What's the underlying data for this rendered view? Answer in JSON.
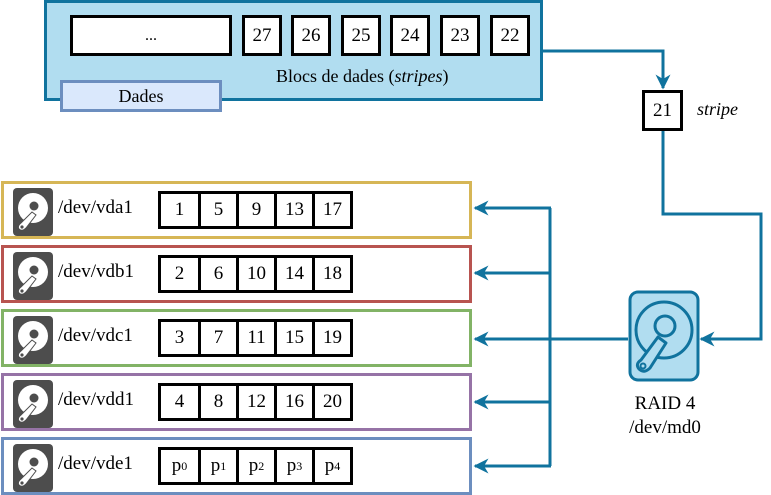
{
  "colors": {
    "wire": "#10739e",
    "container_fill": "#b1ddf0",
    "container_stroke": "#10739e",
    "tab_fill": "#dae8fc",
    "tab_stroke": "#6c8ebf",
    "disk_icon": "#4d4d4d"
  },
  "data_container": {
    "ellipsis_block": "...",
    "blocks": [
      "27",
      "26",
      "25",
      "24",
      "23",
      "22"
    ],
    "caption_prefix": "Blocs de dades (",
    "caption_italic": "stripes",
    "caption_suffix": ")",
    "tab_label": "Dades"
  },
  "stripe": {
    "block": "21",
    "label": "stripe"
  },
  "disks": [
    {
      "device": "/dev/vda1",
      "border_color": "#d6b656",
      "cells": [
        {
          "base": "1"
        },
        {
          "base": "5"
        },
        {
          "base": "9"
        },
        {
          "base": "13"
        },
        {
          "base": "17"
        }
      ]
    },
    {
      "device": "/dev/vdb1",
      "border_color": "#b85450",
      "cells": [
        {
          "base": "2"
        },
        {
          "base": "6"
        },
        {
          "base": "10"
        },
        {
          "base": "14"
        },
        {
          "base": "18"
        }
      ]
    },
    {
      "device": "/dev/vdc1",
      "border_color": "#82b366",
      "cells": [
        {
          "base": "3"
        },
        {
          "base": "7"
        },
        {
          "base": "11"
        },
        {
          "base": "15"
        },
        {
          "base": "19"
        }
      ]
    },
    {
      "device": "/dev/vdd1",
      "border_color": "#9673a6",
      "cells": [
        {
          "base": "4"
        },
        {
          "base": "8"
        },
        {
          "base": "12"
        },
        {
          "base": "16"
        },
        {
          "base": "20"
        }
      ]
    },
    {
      "device": "/dev/vde1",
      "border_color": "#6c8ebf",
      "cells": [
        {
          "base": "p",
          "sub": "0"
        },
        {
          "base": "p",
          "sub": "1"
        },
        {
          "base": "p",
          "sub": "2"
        },
        {
          "base": "p",
          "sub": "3"
        },
        {
          "base": "p",
          "sub": "4"
        }
      ]
    }
  ],
  "raid": {
    "level": "RAID 4",
    "device": "/dev/md0",
    "icon": "hard-disk-icon"
  }
}
